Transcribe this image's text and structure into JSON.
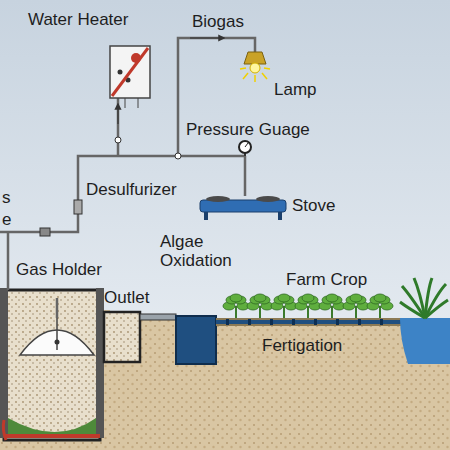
{
  "diagram": {
    "labels": [
      "Water Heater",
      "Biogas",
      "Lamp",
      "Pressure Guage",
      "s",
      "e",
      "Desulfurizer",
      "Stove",
      "Algae Oxidation",
      "Gas Holder",
      "Outlet",
      "Farm Crop",
      "Fertigation"
    ]
  }
}
